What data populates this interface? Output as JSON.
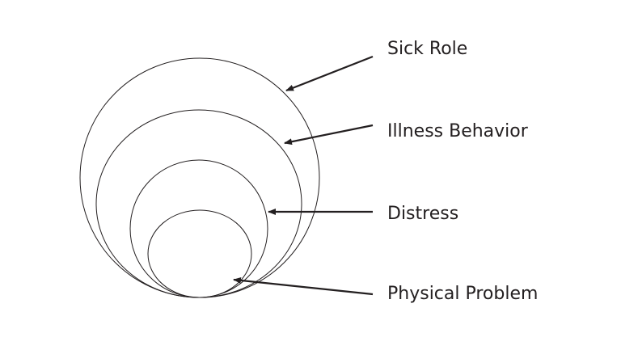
{
  "diagram": {
    "layers": [
      {
        "label": "Sick Role"
      },
      {
        "label": "Illness Behavior"
      },
      {
        "label": "Distress"
      },
      {
        "label": "Physical Problem"
      }
    ],
    "colors": {
      "stroke": "#231f20",
      "background": "#ffffff"
    }
  }
}
